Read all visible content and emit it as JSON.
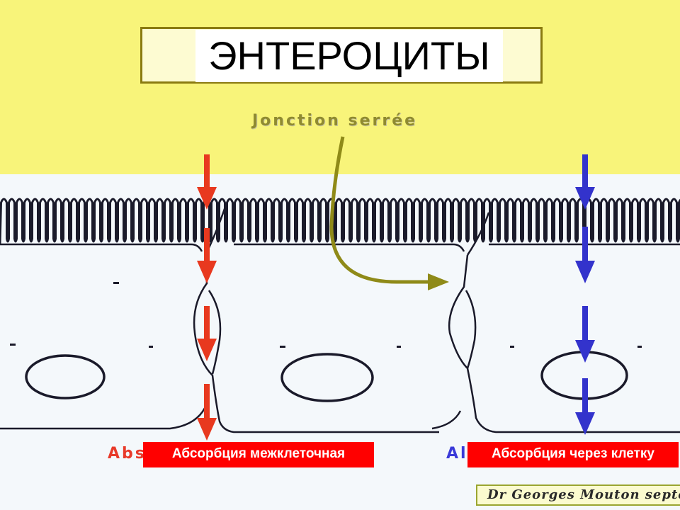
{
  "title": "ЭНТЕРОЦИТЫ",
  "junction_label": "Jonction serrée",
  "left_partial_label": "Abs",
  "right_partial_label": "Al",
  "left_caption": "Абсорбция межклеточная",
  "right_caption": "Абсорбция через клетку",
  "credit": "Dr Georges Mouton  septem",
  "colors": {
    "yellow_band": "#f8f47a",
    "title_border": "#8a7a10",
    "paracellular_arrow": "#e8391f",
    "transcellular_arrow": "#3333cc",
    "junction_arrow": "#8f8a18",
    "caption_bg": "#ff0000",
    "cell_outline": "#1a1a2a"
  }
}
